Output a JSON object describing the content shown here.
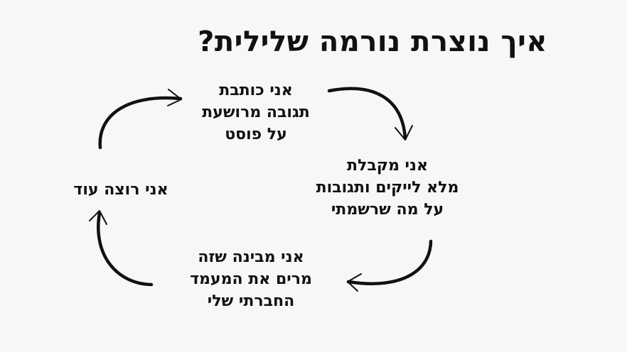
{
  "title": "איך נוצרת נורמה שלילית?",
  "cycle": {
    "top": [
      "אני כותבת",
      "תגובה מרושעת",
      "על פוסט"
    ],
    "right": [
      "אני מקבלת",
      "מלא לייקים ותגובות",
      "על מה שרשמתי"
    ],
    "bottom": [
      "אני מבינה שזה",
      "מרים את המעמד",
      "החברתי שלי"
    ],
    "left": [
      "אני רוצה עוד"
    ]
  },
  "icons": {
    "arrow_top_right": "curved-arrow-icon",
    "arrow_bottom_right": "curved-arrow-icon",
    "arrow_bottom_left": "curved-arrow-icon",
    "arrow_top_left": "curved-arrow-icon"
  },
  "colors": {
    "background": "#f7f7f5",
    "ink": "#111111"
  }
}
